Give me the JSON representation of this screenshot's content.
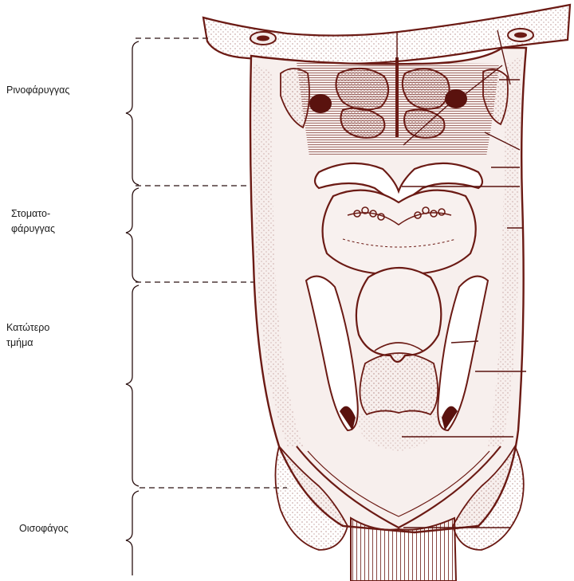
{
  "regions": [
    {
      "id": "nasopharynx",
      "label": "Ρινοφάρυγγας"
    },
    {
      "id": "oropharynx",
      "label": "Στοματο-\nφάρυγγας"
    },
    {
      "id": "laryngopharynx",
      "label": "Κατώτερο\nτμήμα"
    },
    {
      "id": "esophagus",
      "label": "Οισοφάγος"
    }
  ],
  "colors": {
    "ink": "#6b1a14",
    "fill": "#f5ecea",
    "dark": "#5a120e",
    "text": "#1a1a1a"
  }
}
